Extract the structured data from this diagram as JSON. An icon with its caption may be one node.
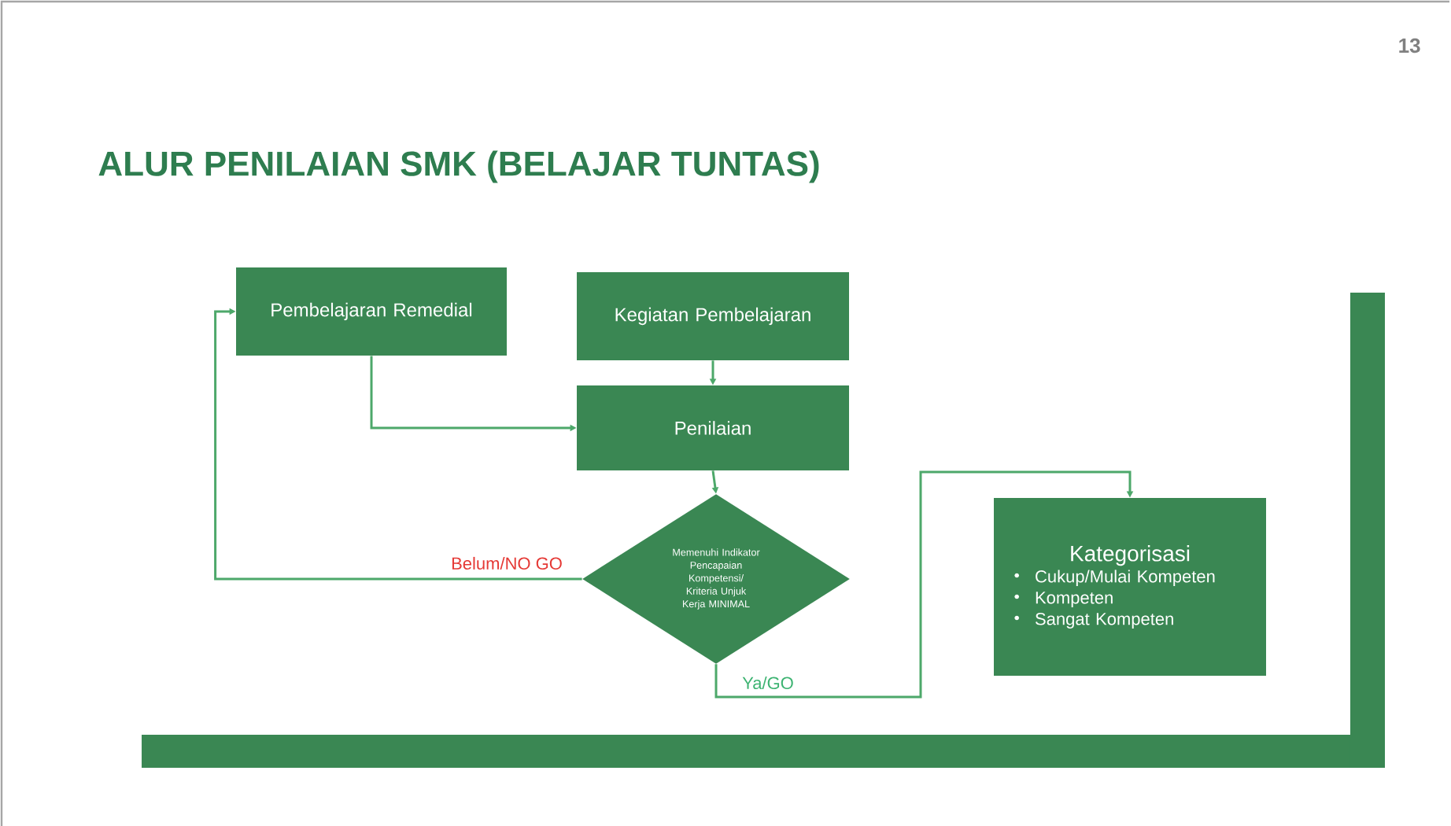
{
  "diagram": {
    "title": "ALUR PENILAIAN SMK (BELAJAR TUNTAS)",
    "nodes": [
      {
        "text": [
          "Pembelajaran Remedial"
        ]
      },
      {
        "text": [
          "Kegiatan Pembelajaran"
        ]
      },
      {
        "text": [
          "Penilaian"
        ]
      },
      {
        "text": [
          "Memenuhi Indikator Pencapaian Kompetensi/ Kriteria Unjuk Kerja MINIMAL"
        ]
      },
      {
        "text": [
          "Kategorisasi",
          "Cukup/Mulai Kompeten",
          "Kompeten",
          "Sangat Kompeten"
        ]
      }
    ],
    "edges": [
      {
        "from": 1,
        "to": 2,
        "arrow": "to"
      },
      {
        "from": 0,
        "to": 2,
        "arrow": "to"
      },
      {
        "from": 2,
        "to": 3,
        "arrow": "to"
      },
      {
        "from": 3,
        "to": 0,
        "arrow": "to",
        "label": "Belum/NO GO"
      },
      {
        "from": 3,
        "to": 4,
        "arrow": "to",
        "label": "Ya/GO"
      }
    ],
    "labels": [
      "13"
    ]
  }
}
